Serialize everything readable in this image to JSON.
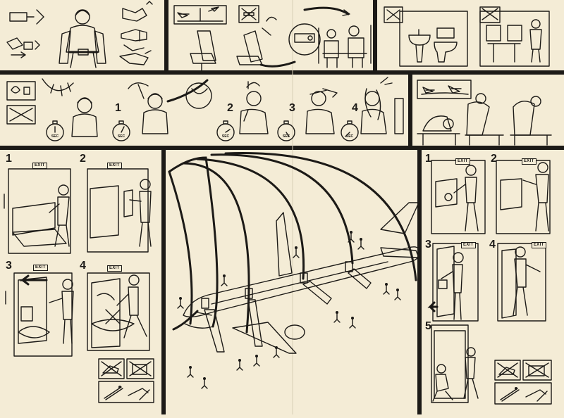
{
  "step_numbers": {
    "oxygen": [
      "1",
      "2",
      "3",
      "4"
    ],
    "left_door": [
      "1",
      "2",
      "3",
      "4"
    ],
    "right_door": [
      "1",
      "2",
      "3",
      "4",
      "5"
    ]
  },
  "exit_signs": {
    "left": [
      "EXIT",
      "EXIT",
      "EXIT",
      "EXIT"
    ],
    "right": [
      "EXIT",
      "EXIT",
      "EXIT",
      "EXIT"
    ]
  },
  "timer_label": "SEC",
  "colors": {
    "paper": "#f4ecd6",
    "ink": "#1c1a17"
  },
  "icons": [
    "no-smoking-icon",
    "no-bag-icon",
    "sink-icon",
    "toilet-icon",
    "airplane-landing-icon",
    "airplane-takeoff-icon",
    "stopwatch-icon",
    "oxygen-mask-icon",
    "brace-position-icon",
    "life-vest-icon",
    "evacuation-slide-icon",
    "no-high-heels-icon"
  ]
}
